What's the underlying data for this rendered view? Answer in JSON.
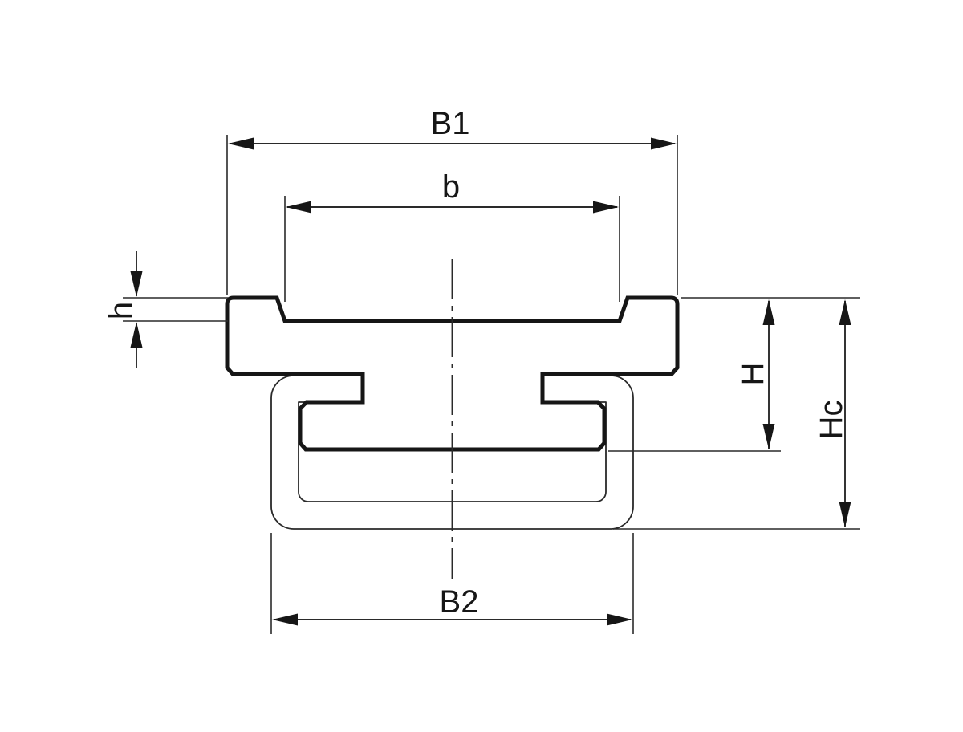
{
  "drawing": {
    "description": "Cross-section of a chain guide profile: plastic wear profile clipped onto a rolled steel C-channel, with dimension annotations",
    "labels": {
      "B1": "B1",
      "b": "b",
      "h": "h",
      "H": "H",
      "Hc": "Hc",
      "B2": "B2"
    },
    "colors": {
      "line": "#161616",
      "background": "#ffffff"
    }
  }
}
